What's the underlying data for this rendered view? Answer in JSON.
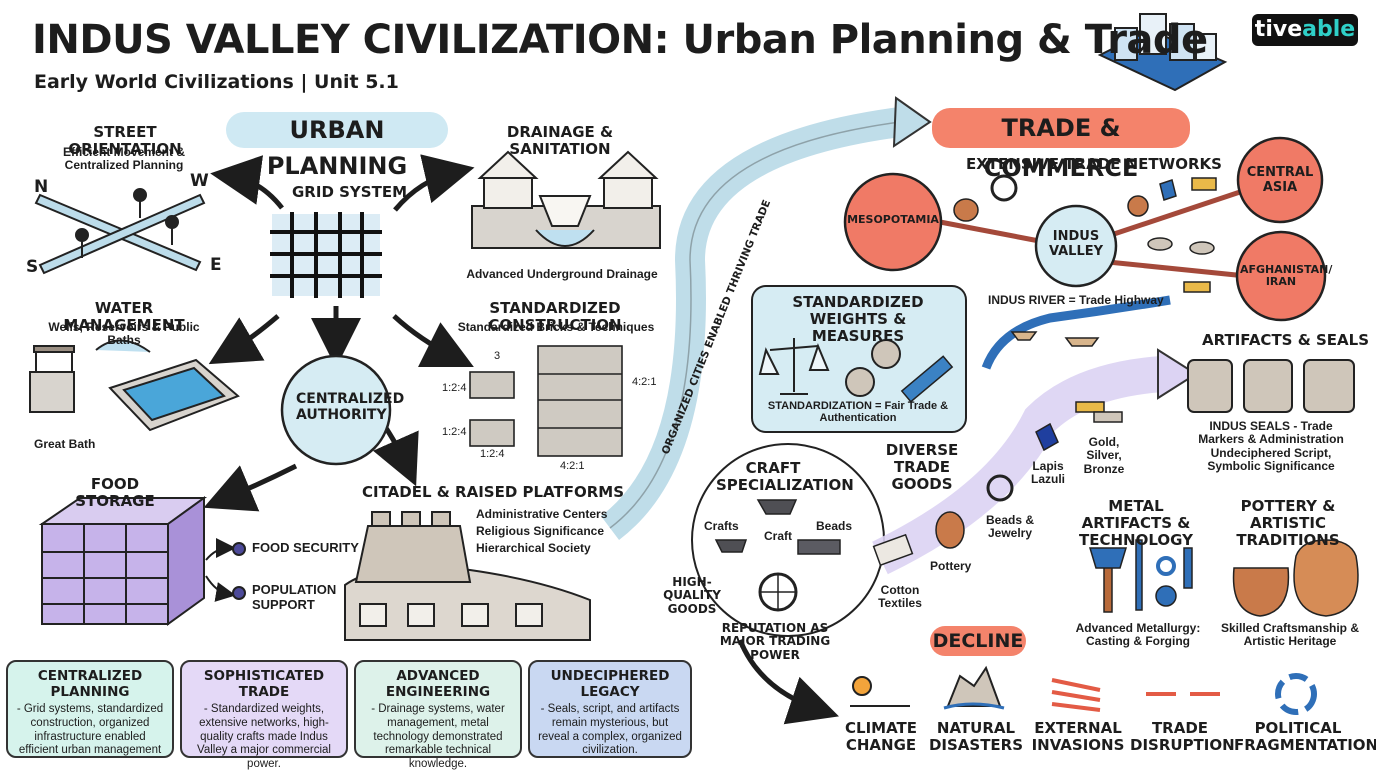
{
  "header": {
    "title": "INDUS VALLEY CIVILIZATION: Urban Planning & Trade",
    "subtitle": "Early World Civilizations | Unit 5.1",
    "logo_part1": "tive",
    "logo_part2": "able"
  },
  "urban_planning": {
    "section_label": "URBAN PLANNING",
    "grid_system": "GRID SYSTEM",
    "centralized_authority": "CENTRALIZED AUTHORITY",
    "street_orientation": {
      "title": "STREET ORIENTATION",
      "desc": "Efficient Movement & Centralized Planning",
      "directions": [
        "N",
        "W",
        "S",
        "E"
      ]
    },
    "drainage": {
      "title": "DRAINAGE & SANITATION",
      "caption": "Advanced Underground Drainage"
    },
    "water_management": {
      "title": "WATER MANAGEMENT",
      "desc": "Wells, Reservoirs & Public Baths",
      "caption": "Great Bath"
    },
    "standardized_construction": {
      "title": "STANDARDIZED CONSTRUCTION",
      "desc": "Standardized Bricks & Techniques",
      "ratio_top": "3",
      "ratio_a": "1:2:4",
      "ratio_b": "1:2:4",
      "ratio_c": "1:2:4",
      "ratio_d": "4:2:1",
      "ratio_e": "4:2:1"
    },
    "food_storage": {
      "title": "FOOD STORAGE",
      "outcomes": [
        "FOOD SECURITY",
        "POPULATION SUPPORT"
      ]
    },
    "citadel": {
      "title": "CITADEL & RAISED PLATFORMS",
      "points": [
        "Administrative Centers",
        "Religious Significance",
        "Hierarchical Society"
      ]
    }
  },
  "connector_label": "ORGANIZED CITIES ENABLED THRIVING TRADE",
  "trade": {
    "section_label": "TRADE & COMMERCE",
    "networks_title": "EXTENSIVE TRADE NETWORKS",
    "hub": "INDUS VALLEY",
    "partners": [
      "MESOPOTAMIA",
      "CENTRAL ASIA",
      "AFGHANISTAN/ IRAN"
    ],
    "river_caption": "INDUS RIVER = Trade Highway",
    "weights": {
      "title": "STANDARDIZED WEIGHTS & MEASURES",
      "caption": "STANDARDIZATION = Fair Trade & Authentication"
    },
    "craft": {
      "title": "CRAFT SPECIALIZATION",
      "labels": [
        "Crafts",
        "Craft",
        "Beads"
      ],
      "high_quality": "HIGH-QUALITY GOODS",
      "reputation": "REPUTATION AS MAJOR TRADING POWER"
    },
    "goods": {
      "title": "DIVERSE TRADE GOODS",
      "items": [
        "Cotton Textiles",
        "Pottery",
        "Beads & Jewelry",
        "Lapis Lazuli",
        "Gold, Silver, Bronze"
      ]
    }
  },
  "artifacts": {
    "title": "ARTIFACTS & SEALS",
    "seals_desc": "INDUS SEALS - Trade Markers & Administration Undeciphered Script, Symbolic Significance",
    "metal": {
      "title": "METAL ARTIFACTS & TECHNOLOGY",
      "caption": "Advanced Metallurgy: Casting & Forging"
    },
    "pottery": {
      "title": "POTTERY & ARTISTIC TRADITIONS",
      "caption": "Skilled Craftsmanship & Artistic Heritage"
    }
  },
  "decline": {
    "section_label": "DECLINE",
    "factors": [
      "CLIMATE CHANGE",
      "NATURAL DISASTERS",
      "EXTERNAL INVASIONS",
      "TRADE DISRUPTION",
      "POLITICAL FRAGMENTATION"
    ]
  },
  "summary": [
    {
      "title": "CENTRALIZED PLANNING",
      "body": "- Grid systems, standardized construction, organized infrastructure enabled efficient urban management",
      "color": "#d6f3ec"
    },
    {
      "title": "SOPHISTICATED TRADE",
      "body": "- Standardized weights, extensive networks, high-quality crafts made Indus Valley a major commercial power.",
      "color": "#e4d9f7"
    },
    {
      "title": "ADVANCED ENGINEERING",
      "body": "- Drainage systems, water management, metal technology demonstrated remarkable technical knowledge.",
      "color": "#ddf2ea"
    },
    {
      "title": "UNDECIPHERED LEGACY",
      "body": "- Seals, script, and artifacts remain mysterious, but reveal a complex, organized civilization.",
      "color": "#c9d8f2"
    }
  ],
  "colors": {
    "urban_pill": "#cfe9f3",
    "trade_pill": "#f4836b",
    "partner_node": "#f07a66",
    "hub_node": "#d6ecf3",
    "accent_dark": "#222222",
    "river": "#2f6fb8"
  }
}
